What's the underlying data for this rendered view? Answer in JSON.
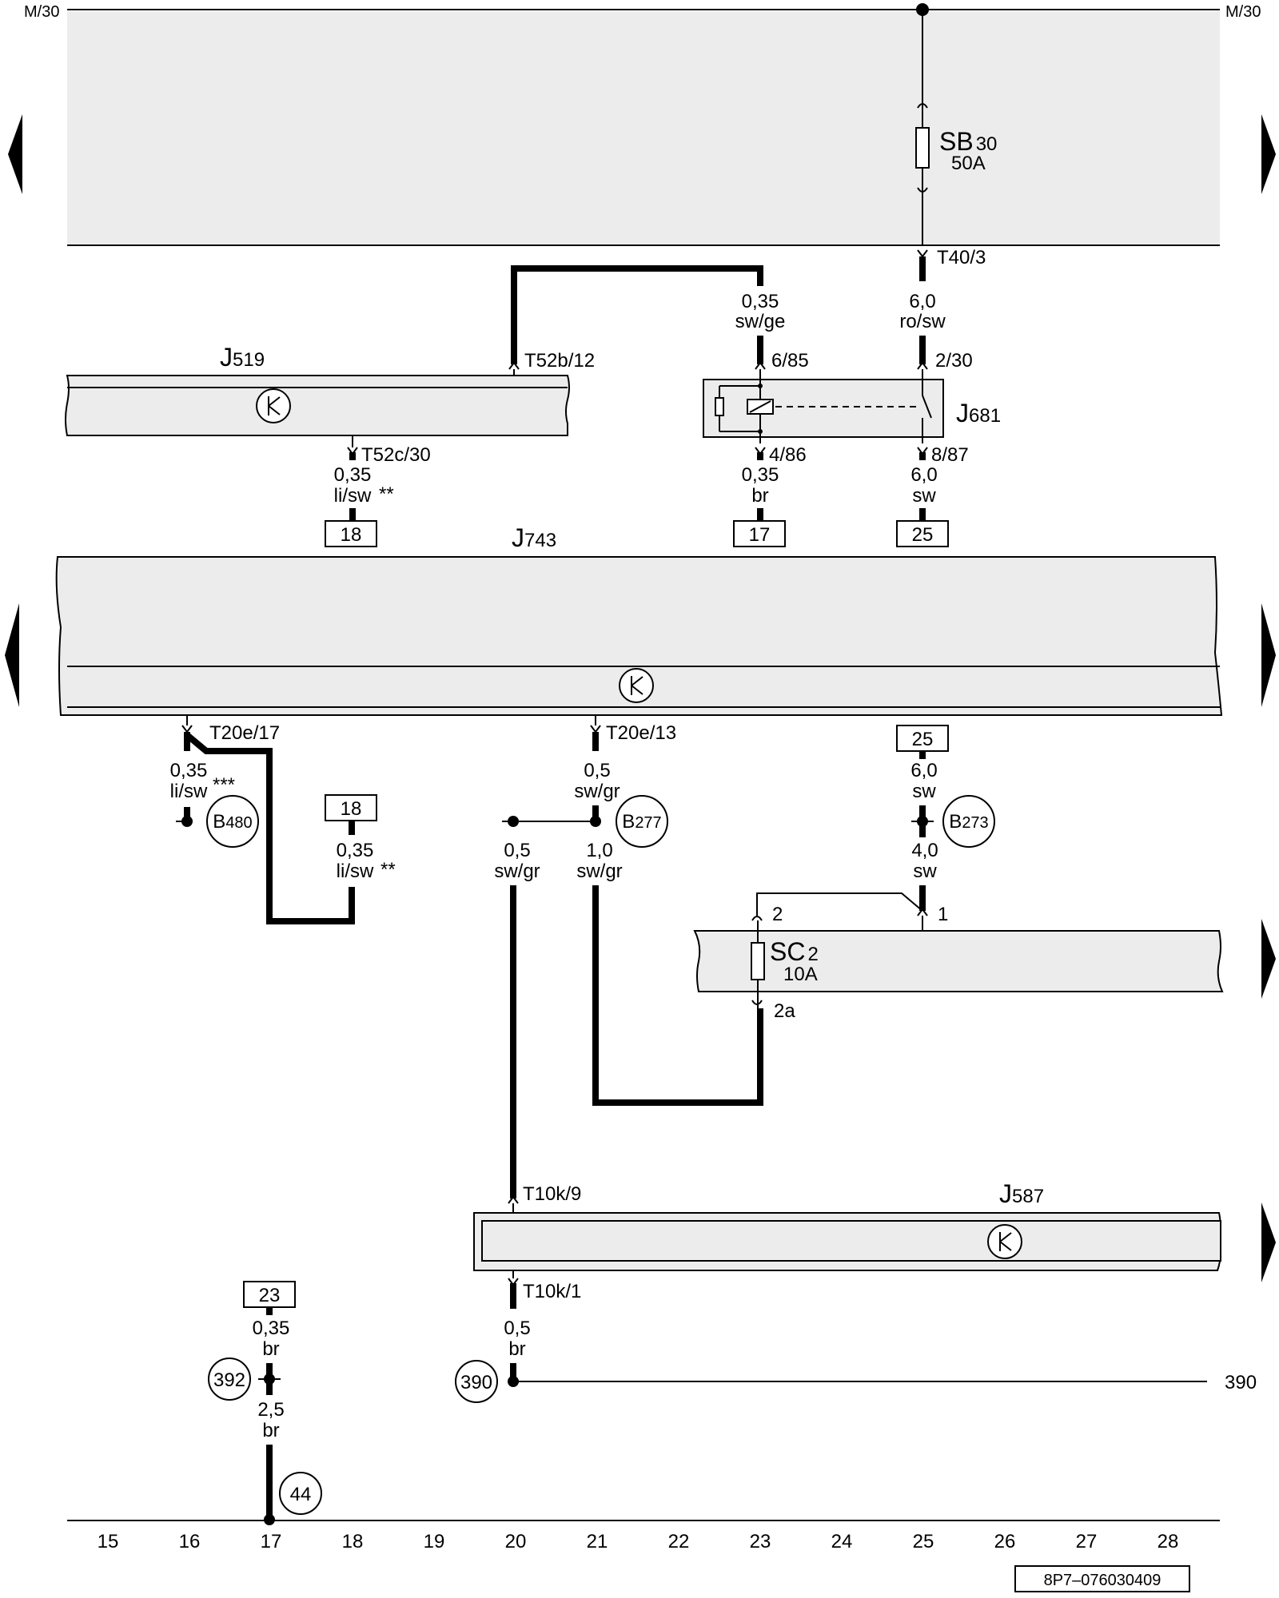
{
  "rail": {
    "left": "M/30",
    "right": "M/30"
  },
  "fuse_sb": {
    "name": "SB",
    "index": "30",
    "rating": "50A"
  },
  "fuse_sc": {
    "name": "SC",
    "index": "2",
    "rating": "10A"
  },
  "modules": {
    "j519": {
      "letter": "J",
      "index": "519"
    },
    "j681": {
      "letter": "J",
      "index": "681"
    },
    "j743": {
      "letter": "J",
      "index": "743"
    },
    "j587": {
      "letter": "J",
      "index": "587"
    }
  },
  "pins": {
    "t40_3": "T40/3",
    "t52b_12": "T52b/12",
    "t52c_30": "T52c/30",
    "p6_85": "6/85",
    "p2_30": "2/30",
    "p4_86": "4/86",
    "p8_87": "8/87",
    "t20e_17": "T20e/17",
    "t20e_13": "T20e/13",
    "sc_2": "2",
    "sc_1": "1",
    "sc_2a": "2a",
    "t10k_9": "T10k/9",
    "t10k_1": "T10k/1"
  },
  "wires": {
    "w1": {
      "size": "0,35",
      "color": "sw/ge"
    },
    "w2": {
      "size": "6,0",
      "color": "ro/sw"
    },
    "w3": {
      "size": "0,35",
      "color": "li/sw",
      "mark": "**"
    },
    "w4": {
      "size": "0,35",
      "color": "br"
    },
    "w5": {
      "size": "6,0",
      "color": "sw"
    },
    "w6": {
      "size": "0,35",
      "color": "li/sw",
      "mark": "***"
    },
    "w7": {
      "size": "0,35",
      "color": "li/sw",
      "mark": "**"
    },
    "w8": {
      "size": "0,5",
      "color": "sw/gr"
    },
    "w9": {
      "size": "0,5",
      "color": "sw/gr"
    },
    "w10": {
      "size": "1,0",
      "color": "sw/gr"
    },
    "w11": {
      "size": "6,0",
      "color": "sw"
    },
    "w12": {
      "size": "4,0",
      "color": "sw"
    },
    "w13": {
      "size": "0,5",
      "color": "br"
    },
    "w14": {
      "size": "0,35",
      "color": "br"
    },
    "w15": {
      "size": "2,5",
      "color": "br"
    }
  },
  "refs": {
    "r18a": "18",
    "r17": "17",
    "r25a": "25",
    "r25b": "25",
    "r18b": "18",
    "r23": "23"
  },
  "splices": {
    "b480": {
      "letter": "B",
      "index": "480"
    },
    "b277": {
      "letter": "B",
      "index": "277"
    },
    "b273": {
      "letter": "B",
      "index": "273"
    }
  },
  "grounds": {
    "g390": "390",
    "g392": "392",
    "g44": "44"
  },
  "continue_390": "390",
  "track_numbers": [
    "15",
    "16",
    "17",
    "18",
    "19",
    "20",
    "21",
    "22",
    "23",
    "24",
    "25",
    "26",
    "27",
    "28"
  ],
  "doc_code": "8P7–076030409"
}
